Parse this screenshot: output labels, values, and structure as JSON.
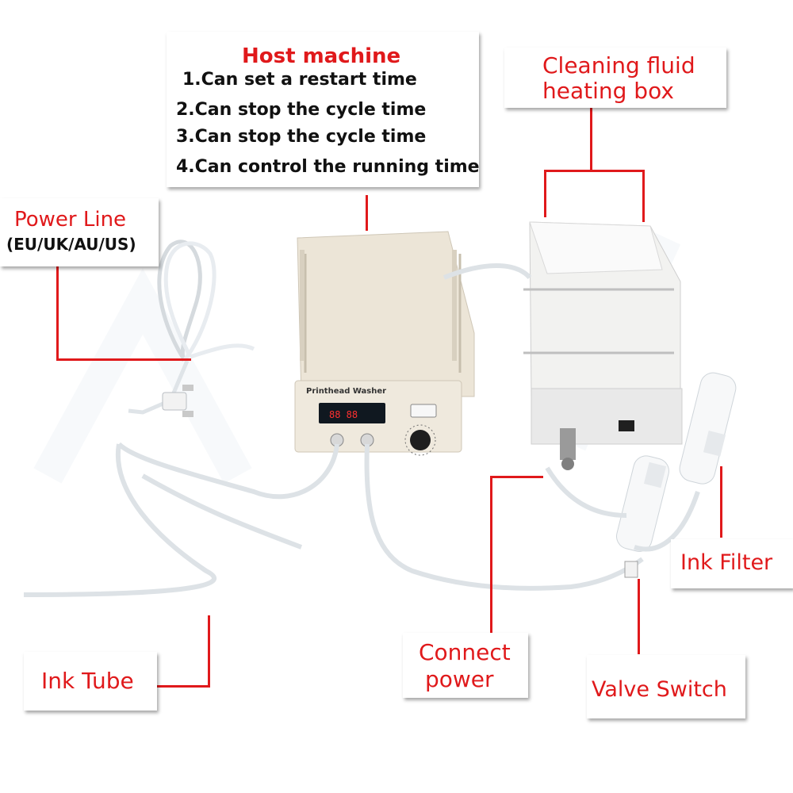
{
  "host_machine": {
    "title": "Host machine",
    "features": [
      "1.Can set a restart time",
      "2.Can stop the cycle time",
      "3.Can stop the cycle time",
      "4.Can control the running time"
    ],
    "device_label": "Printhead Washer"
  },
  "heating_box": {
    "title_line1": "Cleaning fluid",
    "title_line2": "heating box"
  },
  "power_line": {
    "title": "Power Line",
    "subtitle": "(EU/UK/AU/US)"
  },
  "ink_tube": {
    "title": "Ink Tube"
  },
  "connect_power": {
    "title_line1": "Connect",
    "title_line2": "power"
  },
  "ink_filter": {
    "title": "Ink Filter"
  },
  "valve_switch": {
    "title": "Valve Switch"
  },
  "colors": {
    "label_red": "#e0191b",
    "device_body": "#eee8dc",
    "tube": "#f4f6f8"
  }
}
